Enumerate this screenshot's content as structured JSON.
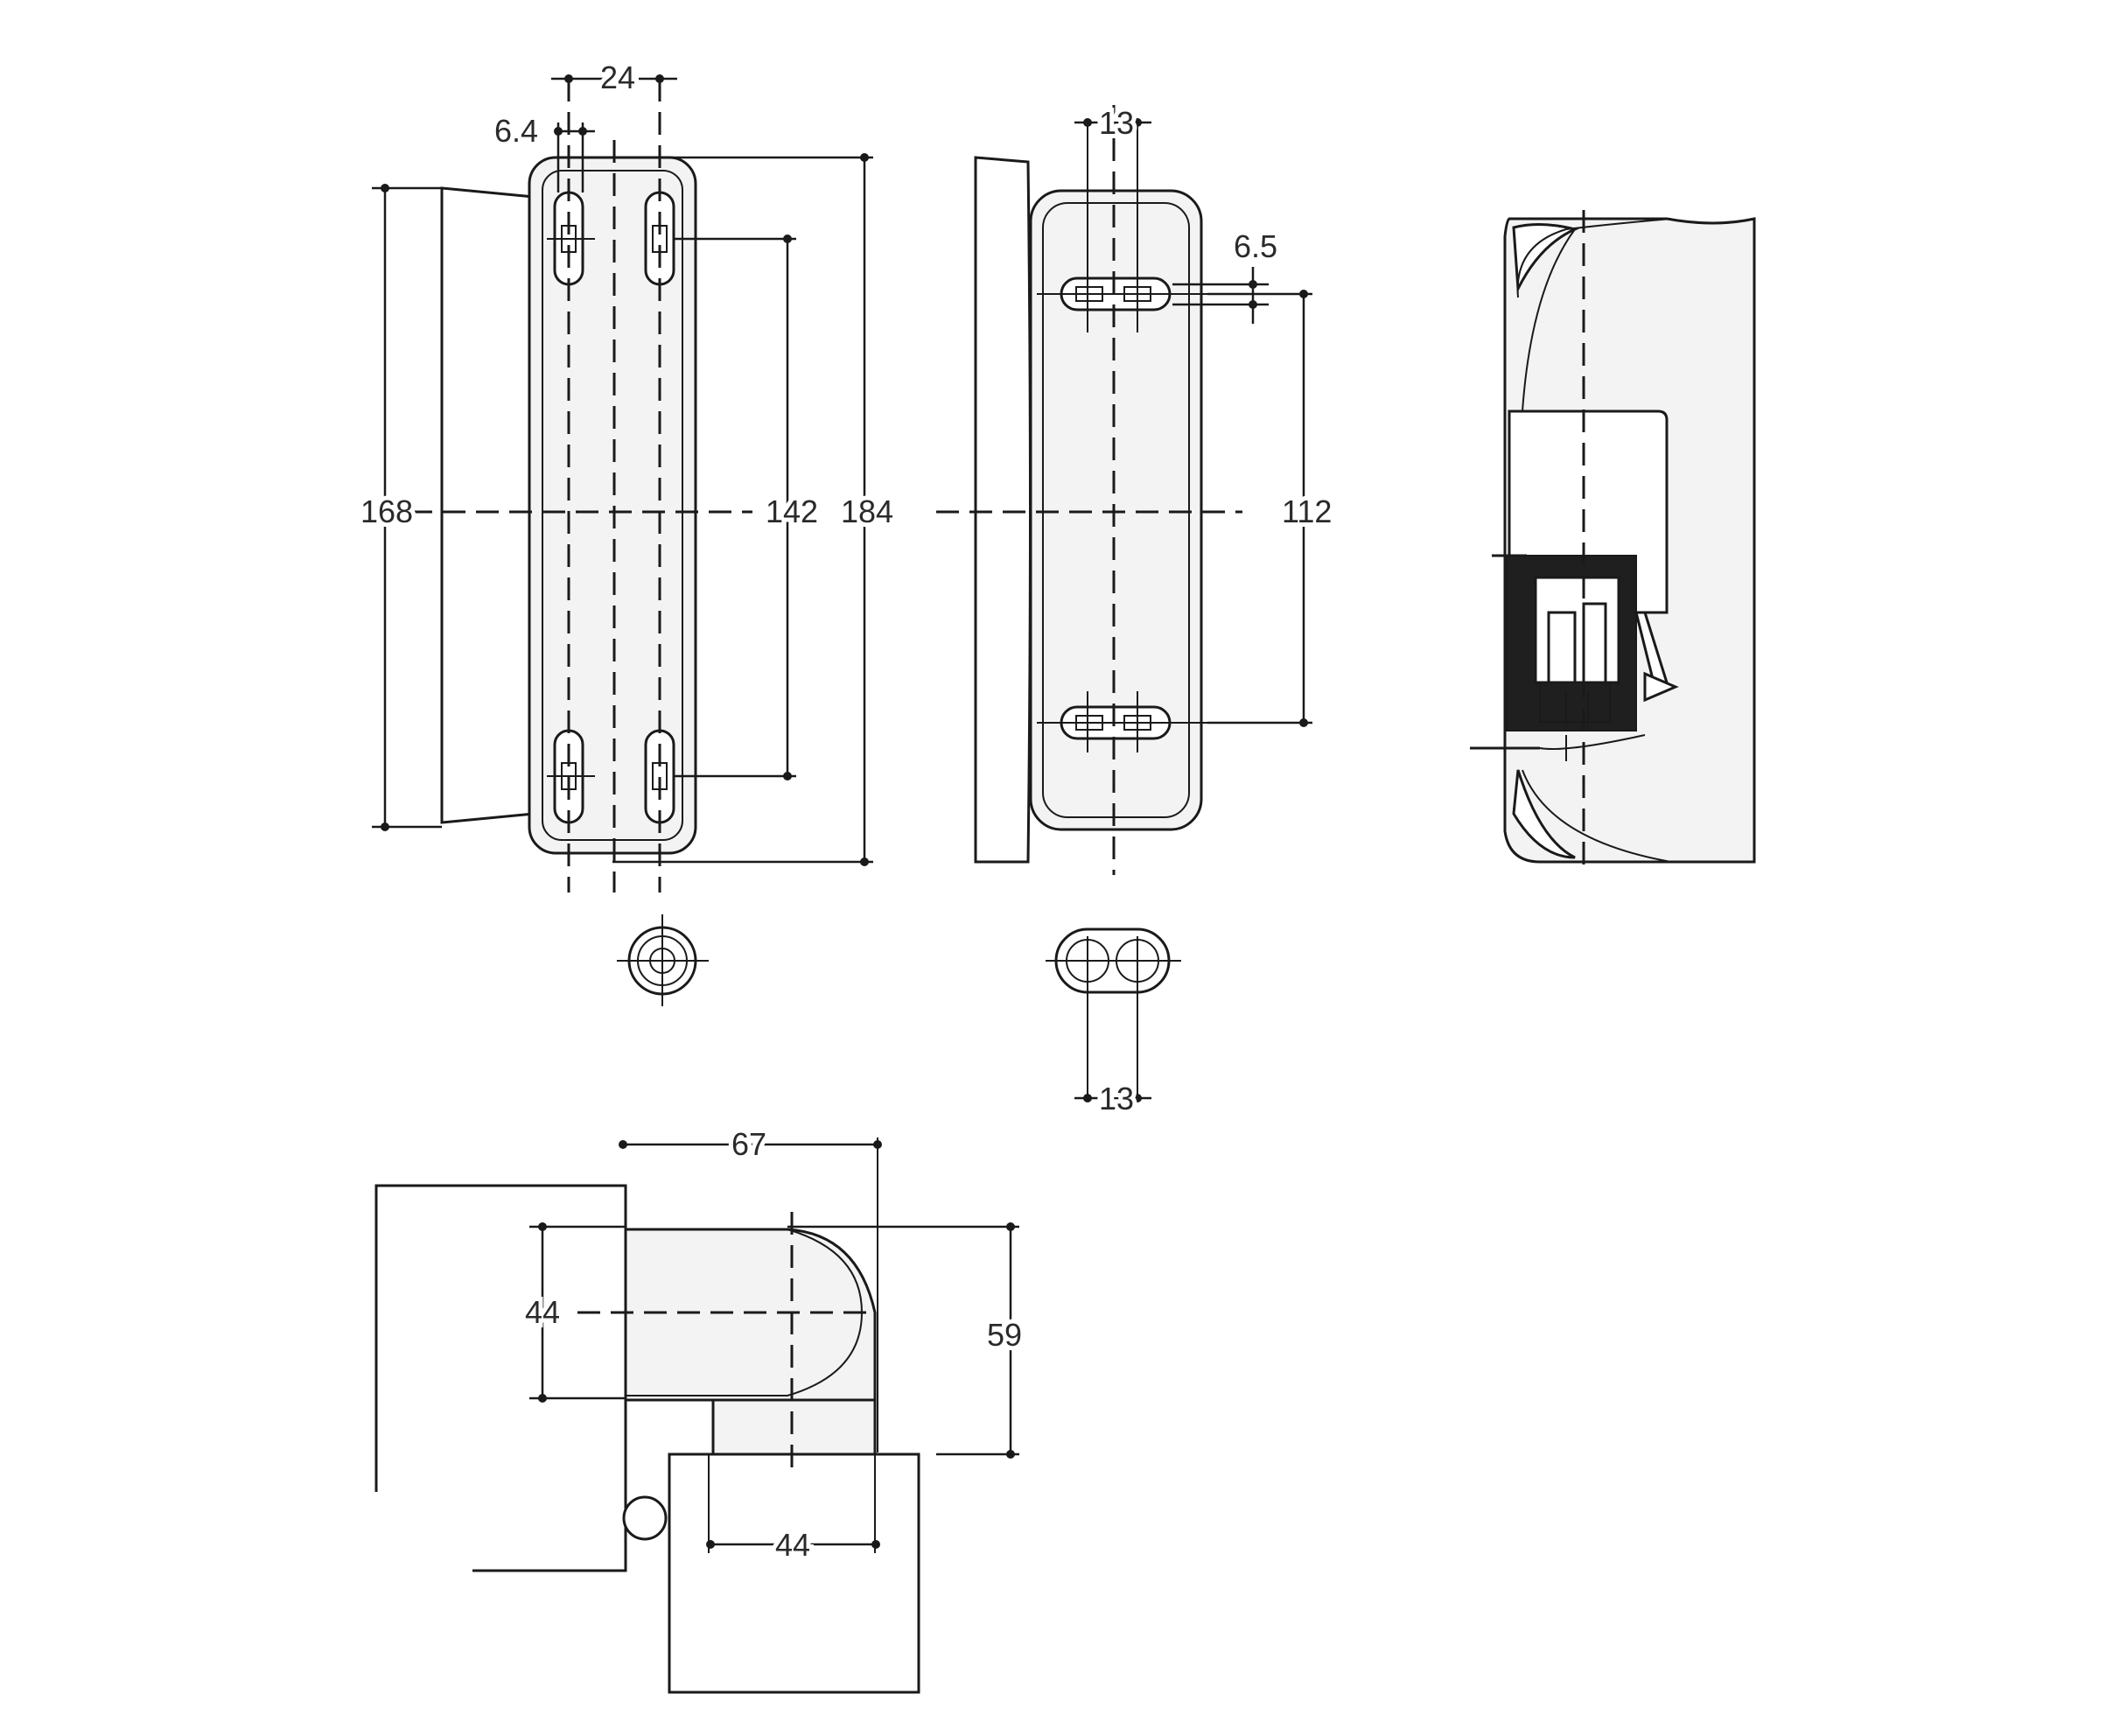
{
  "dimensions": {
    "front_view": {
      "slot_pitch": "24",
      "slot_width": "6.4",
      "overall_height_left": "168",
      "slot_spacing": "142",
      "overall_height": "184"
    },
    "side_view": {
      "top_pitch": "13",
      "slot_width": "6.5",
      "slot_spacing": "112",
      "bottom_pitch": "13"
    },
    "top_view": {
      "depth": "67",
      "left_width": "44",
      "overall_height": "59",
      "bottom_width": "44"
    }
  },
  "colors": {
    "line": "#1a1a1a",
    "body_fill": "#f3f3f3",
    "background": "#ffffff"
  }
}
